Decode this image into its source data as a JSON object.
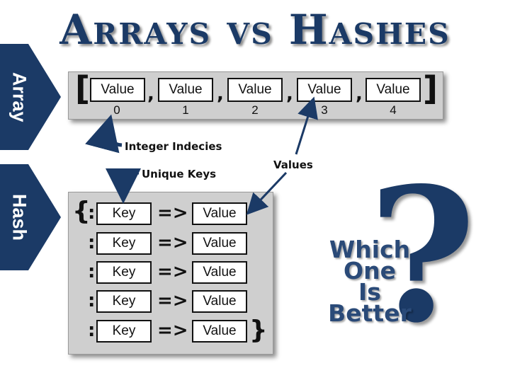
{
  "title": "Arrays vs Hashes",
  "array_label": "Array",
  "hash_label": "Hash",
  "array": {
    "open": "[",
    "close": "]",
    "comma": ",",
    "values": [
      "Value",
      "Value",
      "Value",
      "Value",
      "Value"
    ],
    "indices": [
      "0",
      "1",
      "2",
      "3",
      "4"
    ]
  },
  "hash": {
    "open": "{",
    "close": "}",
    "colon": ":",
    "arrow": "=>",
    "rows": [
      {
        "key": "Key",
        "value": "Value"
      },
      {
        "key": "Key",
        "value": "Value"
      },
      {
        "key": "Key",
        "value": "Value"
      },
      {
        "key": "Key",
        "value": "Value"
      },
      {
        "key": "Key",
        "value": "Value"
      }
    ]
  },
  "notes": {
    "integer_indices": "Integer Indecies",
    "unique_keys": "Unique Keys",
    "values": "Values"
  },
  "question": {
    "line1": "Which",
    "line2": "One",
    "line3": "Is",
    "line4": "Better",
    "mark": "?"
  },
  "colors": {
    "navy": "#1b3a66",
    "panel": "#cfcfcf"
  }
}
